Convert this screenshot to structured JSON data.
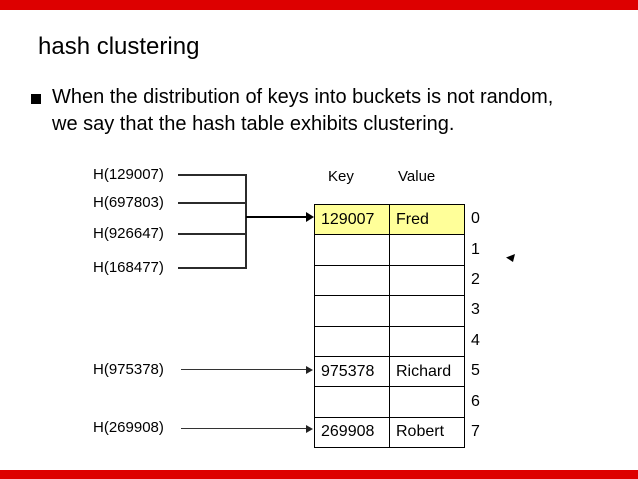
{
  "slide": {
    "title": "hash clustering",
    "bullet": {
      "line1": "When the distribution of keys into buckets is not random,",
      "line2": "we say that the hash table exhibits clustering."
    }
  },
  "diagram": {
    "labels": {
      "l0": "H(129007)",
      "l1": "H(697803)",
      "l2": "H(926647)",
      "l3": "H(168477)",
      "l5": "H(975378)",
      "l7": "H(269908)"
    },
    "headers": {
      "key": "Key",
      "value": "Value"
    },
    "rows": [
      {
        "key": "129007",
        "value": "Fred",
        "index": "0"
      },
      {
        "key": "",
        "value": "",
        "index": "1"
      },
      {
        "key": "",
        "value": "",
        "index": "2"
      },
      {
        "key": "",
        "value": "",
        "index": "3"
      },
      {
        "key": "",
        "value": "",
        "index": "4"
      },
      {
        "key": "975378",
        "value": "Richard",
        "index": "5"
      },
      {
        "key": "",
        "value": "",
        "index": "6"
      },
      {
        "key": "269908",
        "value": "Robert",
        "index": "7"
      }
    ]
  },
  "colors": {
    "accent_bar": "#dd0000",
    "row_highlight": "#ffff99"
  },
  "icons": {
    "mouse_cursor": "cursor-arrow"
  }
}
